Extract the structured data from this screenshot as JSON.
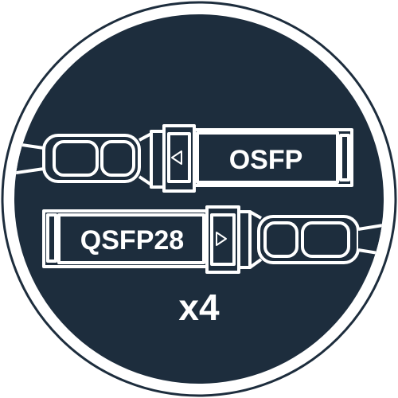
{
  "badge": {
    "connector_top_label": "OSFP",
    "connector_bottom_label": "QSFP28",
    "multiplier": "x4",
    "top_direction_icon": "triangle-left-icon",
    "bottom_direction_icon": "triangle-right-icon"
  },
  "colors": {
    "background": "#1d2d3d",
    "outline": "#ffffff"
  }
}
